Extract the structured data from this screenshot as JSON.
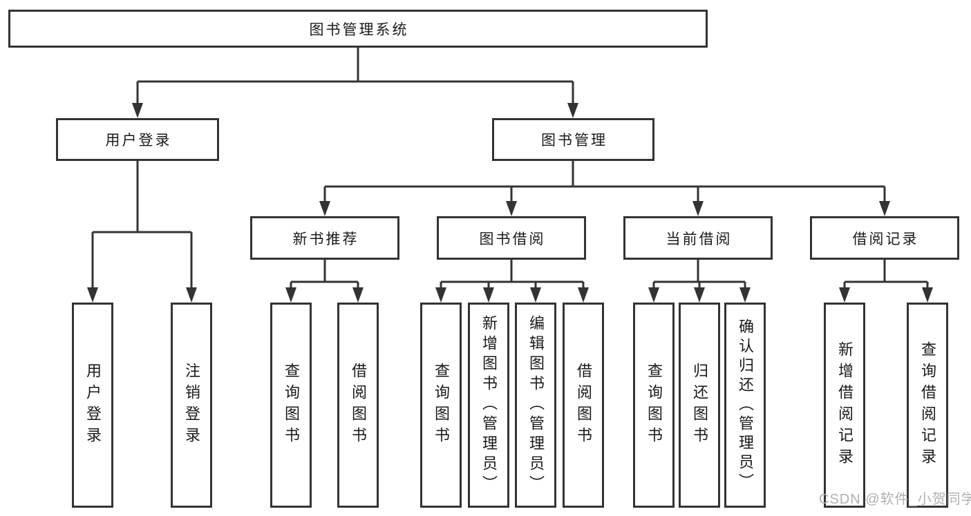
{
  "diagram": {
    "title": "图书管理系统",
    "branches": [
      {
        "label": "用户登录",
        "children": [
          {
            "label": "用户登录"
          },
          {
            "label": "注销登录"
          }
        ]
      },
      {
        "label": "图书管理",
        "children": [
          {
            "label": "新书推荐",
            "children": [
              {
                "label": "查询图书"
              },
              {
                "label": "借阅图书"
              }
            ]
          },
          {
            "label": "图书借阅",
            "children": [
              {
                "label": "查询图书"
              },
              {
                "label": "新增图书（管理员）"
              },
              {
                "label": "编辑图书（管理员）"
              },
              {
                "label": "借阅图书"
              }
            ]
          },
          {
            "label": "当前借阅",
            "children": [
              {
                "label": "查询图书"
              },
              {
                "label": "归还图书"
              },
              {
                "label": "确认归还（管理员）"
              }
            ]
          },
          {
            "label": "借阅记录",
            "children": [
              {
                "label": "新增借阅记录"
              },
              {
                "label": "查询借阅记录"
              }
            ]
          }
        ]
      }
    ]
  },
  "watermark": {
    "text": "CSDN @软件_小贺同学"
  },
  "colors": {
    "line": "#333333",
    "text": "#1a1a1a",
    "watermark": "#b0b0b0",
    "background": "#ffffff"
  }
}
